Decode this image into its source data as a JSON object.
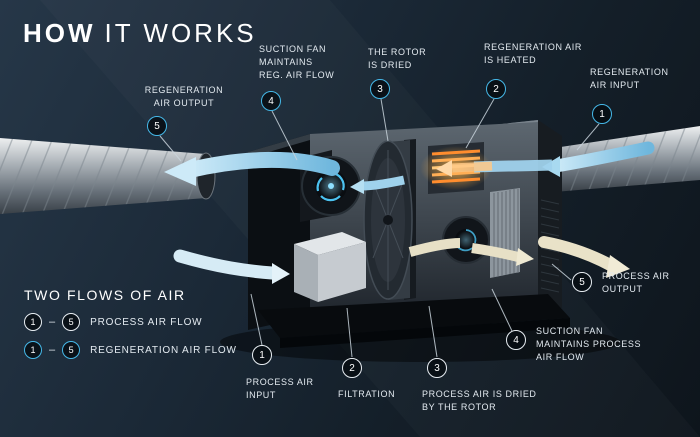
{
  "title": {
    "bold": "HOW",
    "rest": "IT WORKS"
  },
  "legend": {
    "title": "TWO FLOWS OF AIR",
    "dash": "–",
    "rows": [
      {
        "start": "1",
        "end": "5",
        "label": "PROCESS AIR FLOW",
        "flow": "process"
      },
      {
        "start": "1",
        "end": "5",
        "label": "REGENERATION AIR FLOW",
        "flow": "regeneration"
      }
    ]
  },
  "callouts": {
    "regen_output": {
      "num": "5",
      "label": "REGENERATION\nAIR OUTPUT"
    },
    "regen_fan": {
      "num": "4",
      "label": "SUCTION FAN\nMAINTAINS\nREG. AIR FLOW"
    },
    "regen_rotor": {
      "num": "3",
      "label": "THE ROTOR\nIS DRIED"
    },
    "regen_heater": {
      "num": "2",
      "label": "REGENERATION AIR\nIS HEATED"
    },
    "regen_input": {
      "num": "1",
      "label": "REGENERATION\nAIR INPUT"
    },
    "process_input": {
      "num": "1",
      "label": "PROCESS AIR\nINPUT"
    },
    "process_filter": {
      "num": "2",
      "label": "FILTRATION"
    },
    "process_rotor": {
      "num": "3",
      "label": "PROCESS AIR IS DRIED\nBY THE ROTOR"
    },
    "process_fan": {
      "num": "4",
      "label": "SUCTION FAN\nMAINTAINS PROCESS\nAIR FLOW"
    },
    "process_output": {
      "num": "5",
      "label": "PROCESS AIR\nOUTPUT"
    }
  },
  "colors": {
    "background": "#18242f",
    "accent_cyan": "#45b8e8",
    "regen_arrow_blue": "#9fd4ee",
    "process_arrow_cream": "#e9e2c8",
    "heater_orange": "#ff9838",
    "text": "#e6edf2"
  }
}
